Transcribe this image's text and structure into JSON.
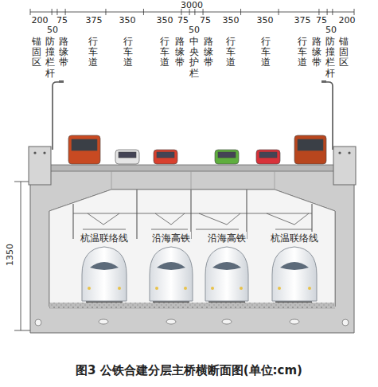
{
  "diagram": {
    "caption": "图3 公铁合建分层主桥横断面图(单位:cm)",
    "labels": [
      "3000",
      "200",
      "75",
      "375",
      "350",
      "350",
      "75",
      "75",
      "350",
      "350",
      "375",
      "75",
      "200",
      "50",
      "50",
      "50",
      "锚固区",
      "防撞栏杆",
      "路缘带",
      "行车道",
      "行车道",
      "行车道",
      "路缘带",
      "中央护栏",
      "路缘带",
      "行车道",
      "行车道",
      "行车道",
      "路缘带",
      "防撞栏杆",
      "锚固区",
      "1350",
      "杭温联络线",
      "沿海高铁",
      "沿海高铁",
      "杭温联络线"
    ]
  }
}
